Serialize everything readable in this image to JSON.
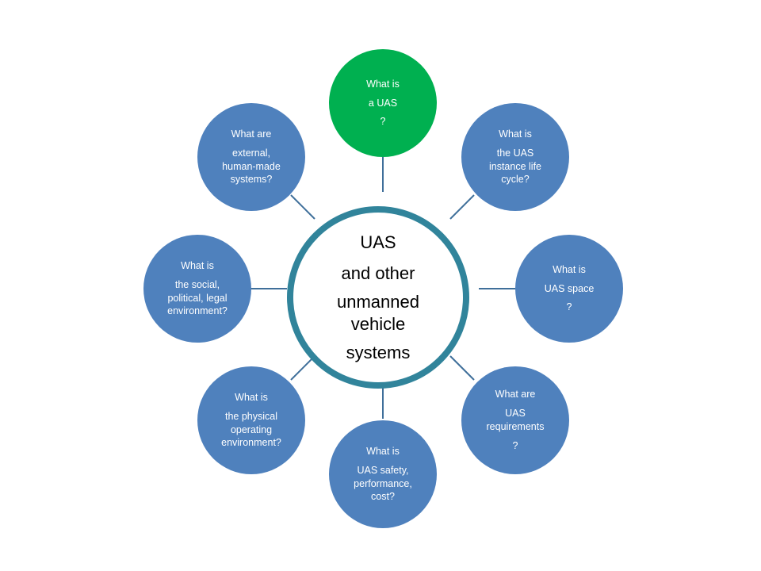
{
  "colors": {
    "hub_ring": "#31849b",
    "node_fill": "#4f81bd",
    "highlight_fill": "#00b050",
    "connector": "#3f6f9a"
  },
  "hub": {
    "line1": "UAS",
    "line2": "and other",
    "line3": "unmanned",
    "line4": "vehicle",
    "line5": "systems"
  },
  "nodes": {
    "top": {
      "line1": "What is",
      "line2": "a UAS",
      "line3": "?"
    },
    "top_right": {
      "line1": "What is",
      "line2": "the UAS",
      "line3": "instance life",
      "line4": "cycle?"
    },
    "right": {
      "line1": "What is",
      "line2": "UAS space",
      "line3": "?"
    },
    "bottom_right": {
      "line1": "What are",
      "line2": "UAS",
      "line3": "requirements",
      "line4": "?"
    },
    "bottom": {
      "line1": "What is",
      "line2": "UAS safety,",
      "line3": "performance,",
      "line4": "cost?"
    },
    "bottom_left": {
      "line1": "What is",
      "line2": "the physical",
      "line3": "operating",
      "line4": "environment?"
    },
    "left": {
      "line1": "What is",
      "line2": "the social,",
      "line3": "political, legal",
      "line4": "environment?"
    },
    "top_left": {
      "line1": "What are",
      "line2": "external,",
      "line3": "human-made",
      "line4": "systems?"
    }
  }
}
